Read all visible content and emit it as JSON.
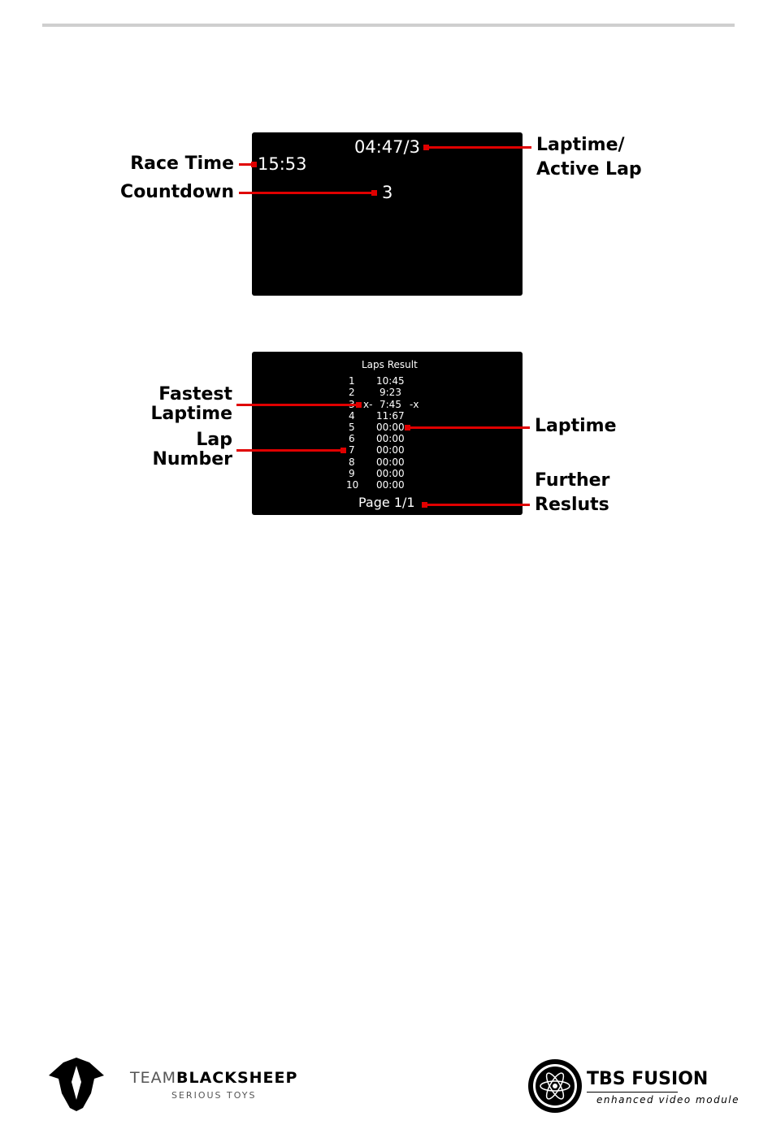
{
  "screen1": {
    "laptime_active": "04:47/3",
    "race_time_value": "15:53",
    "countdown_value": "3"
  },
  "labels": {
    "race_time": "Race Time",
    "countdown": "Countdown",
    "laptime_active_line1": "Laptime/",
    "laptime_active_line2": "Active Lap",
    "fastest_line1": "Fastest",
    "fastest_line2": "Laptime",
    "lap_number_line1": "Lap",
    "lap_number_line2": "Number",
    "laptime": "Laptime",
    "further_line1": "Further",
    "further_line2": "Resluts"
  },
  "screen2": {
    "title": "Laps Result",
    "laps": [
      {
        "num": "1",
        "time": "10:45"
      },
      {
        "num": "2",
        "time": "9:23"
      },
      {
        "num": "3",
        "time": "7:45",
        "prefix": "x-",
        "suffix": "-x"
      },
      {
        "num": "4",
        "time": "11:67"
      },
      {
        "num": "5",
        "time": "00:00"
      },
      {
        "num": "6",
        "time": "00:00"
      },
      {
        "num": "7",
        "time": "00:00"
      },
      {
        "num": "8",
        "time": "00:00"
      },
      {
        "num": "9",
        "time": "00:00"
      },
      {
        "num": "10",
        "time": "00:00"
      }
    ],
    "page": "Page 1/1"
  },
  "footer": {
    "team_light": "TEAM",
    "team_bold": "BLACKSHEEP",
    "team_sub": "SERIOUS TOYS",
    "fusion_title": "TBS FUSION",
    "fusion_sub": "enhanced video module"
  },
  "colors": {
    "annotation": "#e00000",
    "screen": "#000000",
    "rule": "#cfcfcf"
  }
}
